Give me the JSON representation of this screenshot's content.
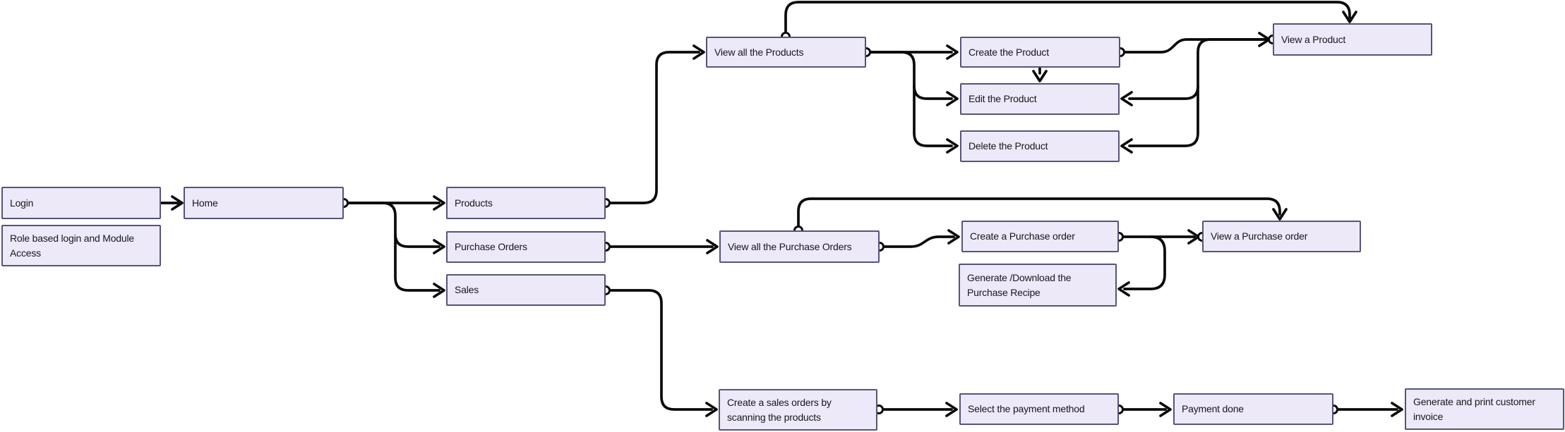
{
  "diagram": {
    "style": {
      "background": "#ffffff",
      "node_fill": "#EDE9F8",
      "node_border": "#56547B",
      "node_text": "#17171E",
      "wire_color": "#0a0a0a"
    },
    "nodes": {
      "login": {
        "label": "Login"
      },
      "role_access": {
        "label": "Role based login and Module Access"
      },
      "home": {
        "label": "Home"
      },
      "products": {
        "label": "Products"
      },
      "purchase_orders": {
        "label": "Purchase Orders"
      },
      "sales": {
        "label": "Sales"
      },
      "view_all_products": {
        "label": "View all the Products"
      },
      "create_product": {
        "label": "Create the Product"
      },
      "edit_product": {
        "label": "Edit the Product"
      },
      "delete_product": {
        "label": "Delete the Product"
      },
      "view_product": {
        "label": "View a Product"
      },
      "view_all_purchase_orders": {
        "label": "View all the Purchase Orders"
      },
      "create_purchase_order": {
        "label": "Create a Purchase order"
      },
      "generate_purchase_recipe": {
        "label": "Generate /Download the Purchase Recipe"
      },
      "view_purchase_order": {
        "label": "View a Purchase order"
      },
      "create_sales_order": {
        "label": "Create a sales orders by scanning the products"
      },
      "select_payment_method": {
        "label": "Select the payment method"
      },
      "payment_done": {
        "label": "Payment done"
      },
      "generate_invoice": {
        "label": "Generate and print customer invoice"
      }
    },
    "edges": [
      {
        "from": "login",
        "to": "home"
      },
      {
        "from": "home",
        "to": "products"
      },
      {
        "from": "home",
        "to": "purchase_orders"
      },
      {
        "from": "home",
        "to": "sales"
      },
      {
        "from": "products",
        "to": "view_all_products"
      },
      {
        "from": "view_all_products",
        "to": "create_product"
      },
      {
        "from": "view_all_products",
        "to": "edit_product"
      },
      {
        "from": "view_all_products",
        "to": "delete_product"
      },
      {
        "from": "view_all_products",
        "to": "view_product"
      },
      {
        "from": "create_product",
        "to": "edit_product"
      },
      {
        "from": "create_product",
        "to": "view_product"
      },
      {
        "from": "view_product",
        "to": "edit_product"
      },
      {
        "from": "view_product",
        "to": "delete_product"
      },
      {
        "from": "purchase_orders",
        "to": "view_all_purchase_orders"
      },
      {
        "from": "view_all_purchase_orders",
        "to": "create_purchase_order"
      },
      {
        "from": "view_all_purchase_orders",
        "to": "view_purchase_order"
      },
      {
        "from": "create_purchase_order",
        "to": "view_purchase_order"
      },
      {
        "from": "view_purchase_order",
        "to": "generate_purchase_recipe"
      },
      {
        "from": "sales",
        "to": "create_sales_order"
      },
      {
        "from": "create_sales_order",
        "to": "select_payment_method"
      },
      {
        "from": "select_payment_method",
        "to": "payment_done"
      },
      {
        "from": "payment_done",
        "to": "generate_invoice"
      }
    ]
  }
}
